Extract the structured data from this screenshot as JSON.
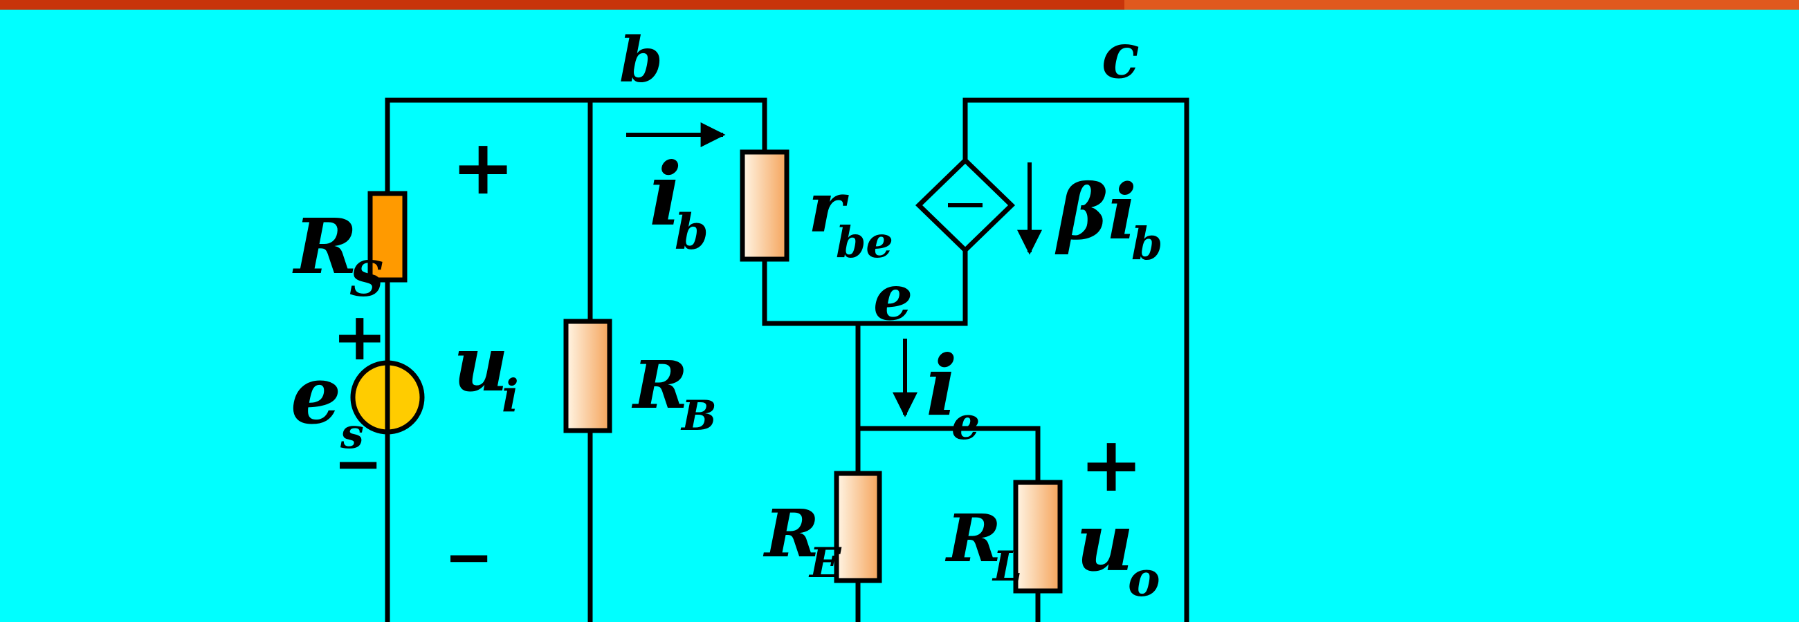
{
  "colors": {
    "background": "#00FFFF",
    "top_bar_left": "#C8340A",
    "top_bar_right": "#E0591E",
    "wire": "#000000",
    "resistor_fill_light": "#FFF6E6",
    "resistor_fill_dark": "#F5A35A",
    "rs_fill": "#FF9A00",
    "source_fill": "#FFCC00"
  },
  "nodes": {
    "b": "b",
    "c": "c",
    "e": "e"
  },
  "components": {
    "rs": {
      "main": "R",
      "sub": "S"
    },
    "es": {
      "main": "e",
      "sub": "s"
    },
    "rb": {
      "main": "R",
      "sub": "B"
    },
    "rbe": {
      "main": "r",
      "sub": "be"
    },
    "re": {
      "main": "R",
      "sub": "E"
    },
    "rl": {
      "main": "R",
      "sub": "L"
    }
  },
  "currents": {
    "ib": {
      "main": "i",
      "sub": "b"
    },
    "ie": {
      "main": "i",
      "sub": "e"
    },
    "beta_ib": {
      "main": "βi",
      "sub": "b"
    }
  },
  "voltages": {
    "ui": {
      "main": "u",
      "sub": "i"
    },
    "uo": {
      "main": "u",
      "sub": "o"
    }
  },
  "signs": {
    "plus": "+",
    "minus": "−"
  }
}
